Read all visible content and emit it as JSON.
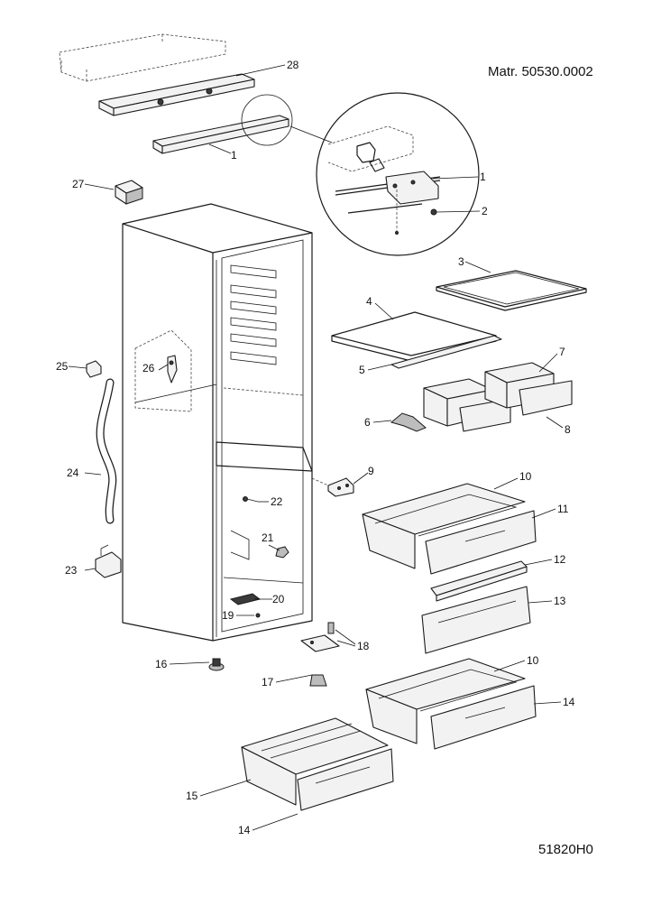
{
  "header": {
    "material_code": "Matr. 50530.0002"
  },
  "footer": {
    "drawing_code": "51820H0"
  },
  "labels": {
    "p1a": "1",
    "p1b": "1",
    "p2": "2",
    "p3": "3",
    "p4": "4",
    "p5": "5",
    "p6": "6",
    "p7": "7",
    "p8": "8",
    "p9": "9",
    "p10a": "10",
    "p10b": "10",
    "p11": "11",
    "p12": "12",
    "p13": "13",
    "p14a": "14",
    "p14b": "14",
    "p15": "15",
    "p16": "16",
    "p17": "17",
    "p18": "18",
    "p19": "19",
    "p20": "20",
    "p21": "21",
    "p22": "22",
    "p23": "23",
    "p24": "24",
    "p25": "25",
    "p26": "26",
    "p27": "27",
    "p28": "28"
  }
}
